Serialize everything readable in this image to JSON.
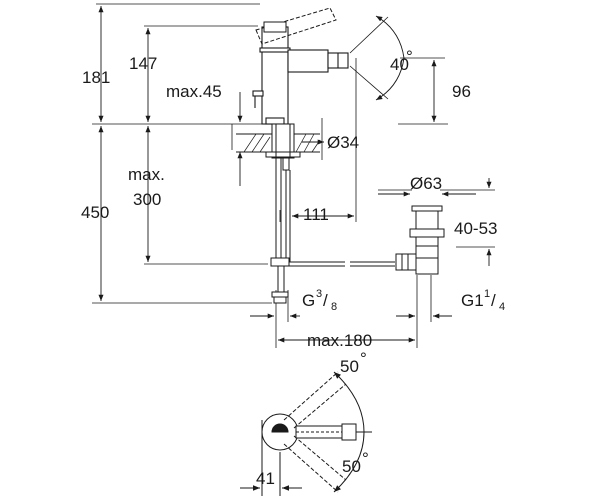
{
  "front_view": {
    "dim_181": "181",
    "dim_147": "147",
    "dim_max45": "max.45",
    "dim_40deg": "40",
    "deg_symbol": "°",
    "dim_96": "96",
    "dim_d34": "Ø34",
    "dim_max300_a": "max.",
    "dim_max300_b": "300",
    "dim_450": "450",
    "dim_111": "111",
    "dim_d63": "Ø63",
    "dim_40_53": "40-53",
    "g38_base": "G",
    "g38_num": "3",
    "g38_slash": "/",
    "g38_den": "8",
    "g114_base": "G1",
    "g114_num": "1",
    "g114_slash": "/",
    "g114_den": "4",
    "dim_max180": "max.180"
  },
  "top_view": {
    "dim_50_upper": "50",
    "dim_50_lower": "50",
    "deg_symbol": "°",
    "dim_41": "41"
  }
}
